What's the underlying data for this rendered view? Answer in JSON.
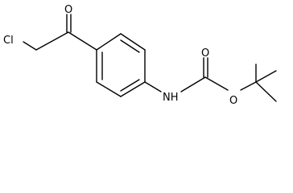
{
  "structure": {
    "atom_labels": {
      "chlorine": "Cl",
      "ketone_oxygen": "O",
      "amine": "NH",
      "carbonyl_oxygen": "O",
      "ester_oxygen": "O"
    },
    "colors": {
      "bond": "#000000",
      "label": "#000000",
      "background": "#ffffff"
    }
  }
}
